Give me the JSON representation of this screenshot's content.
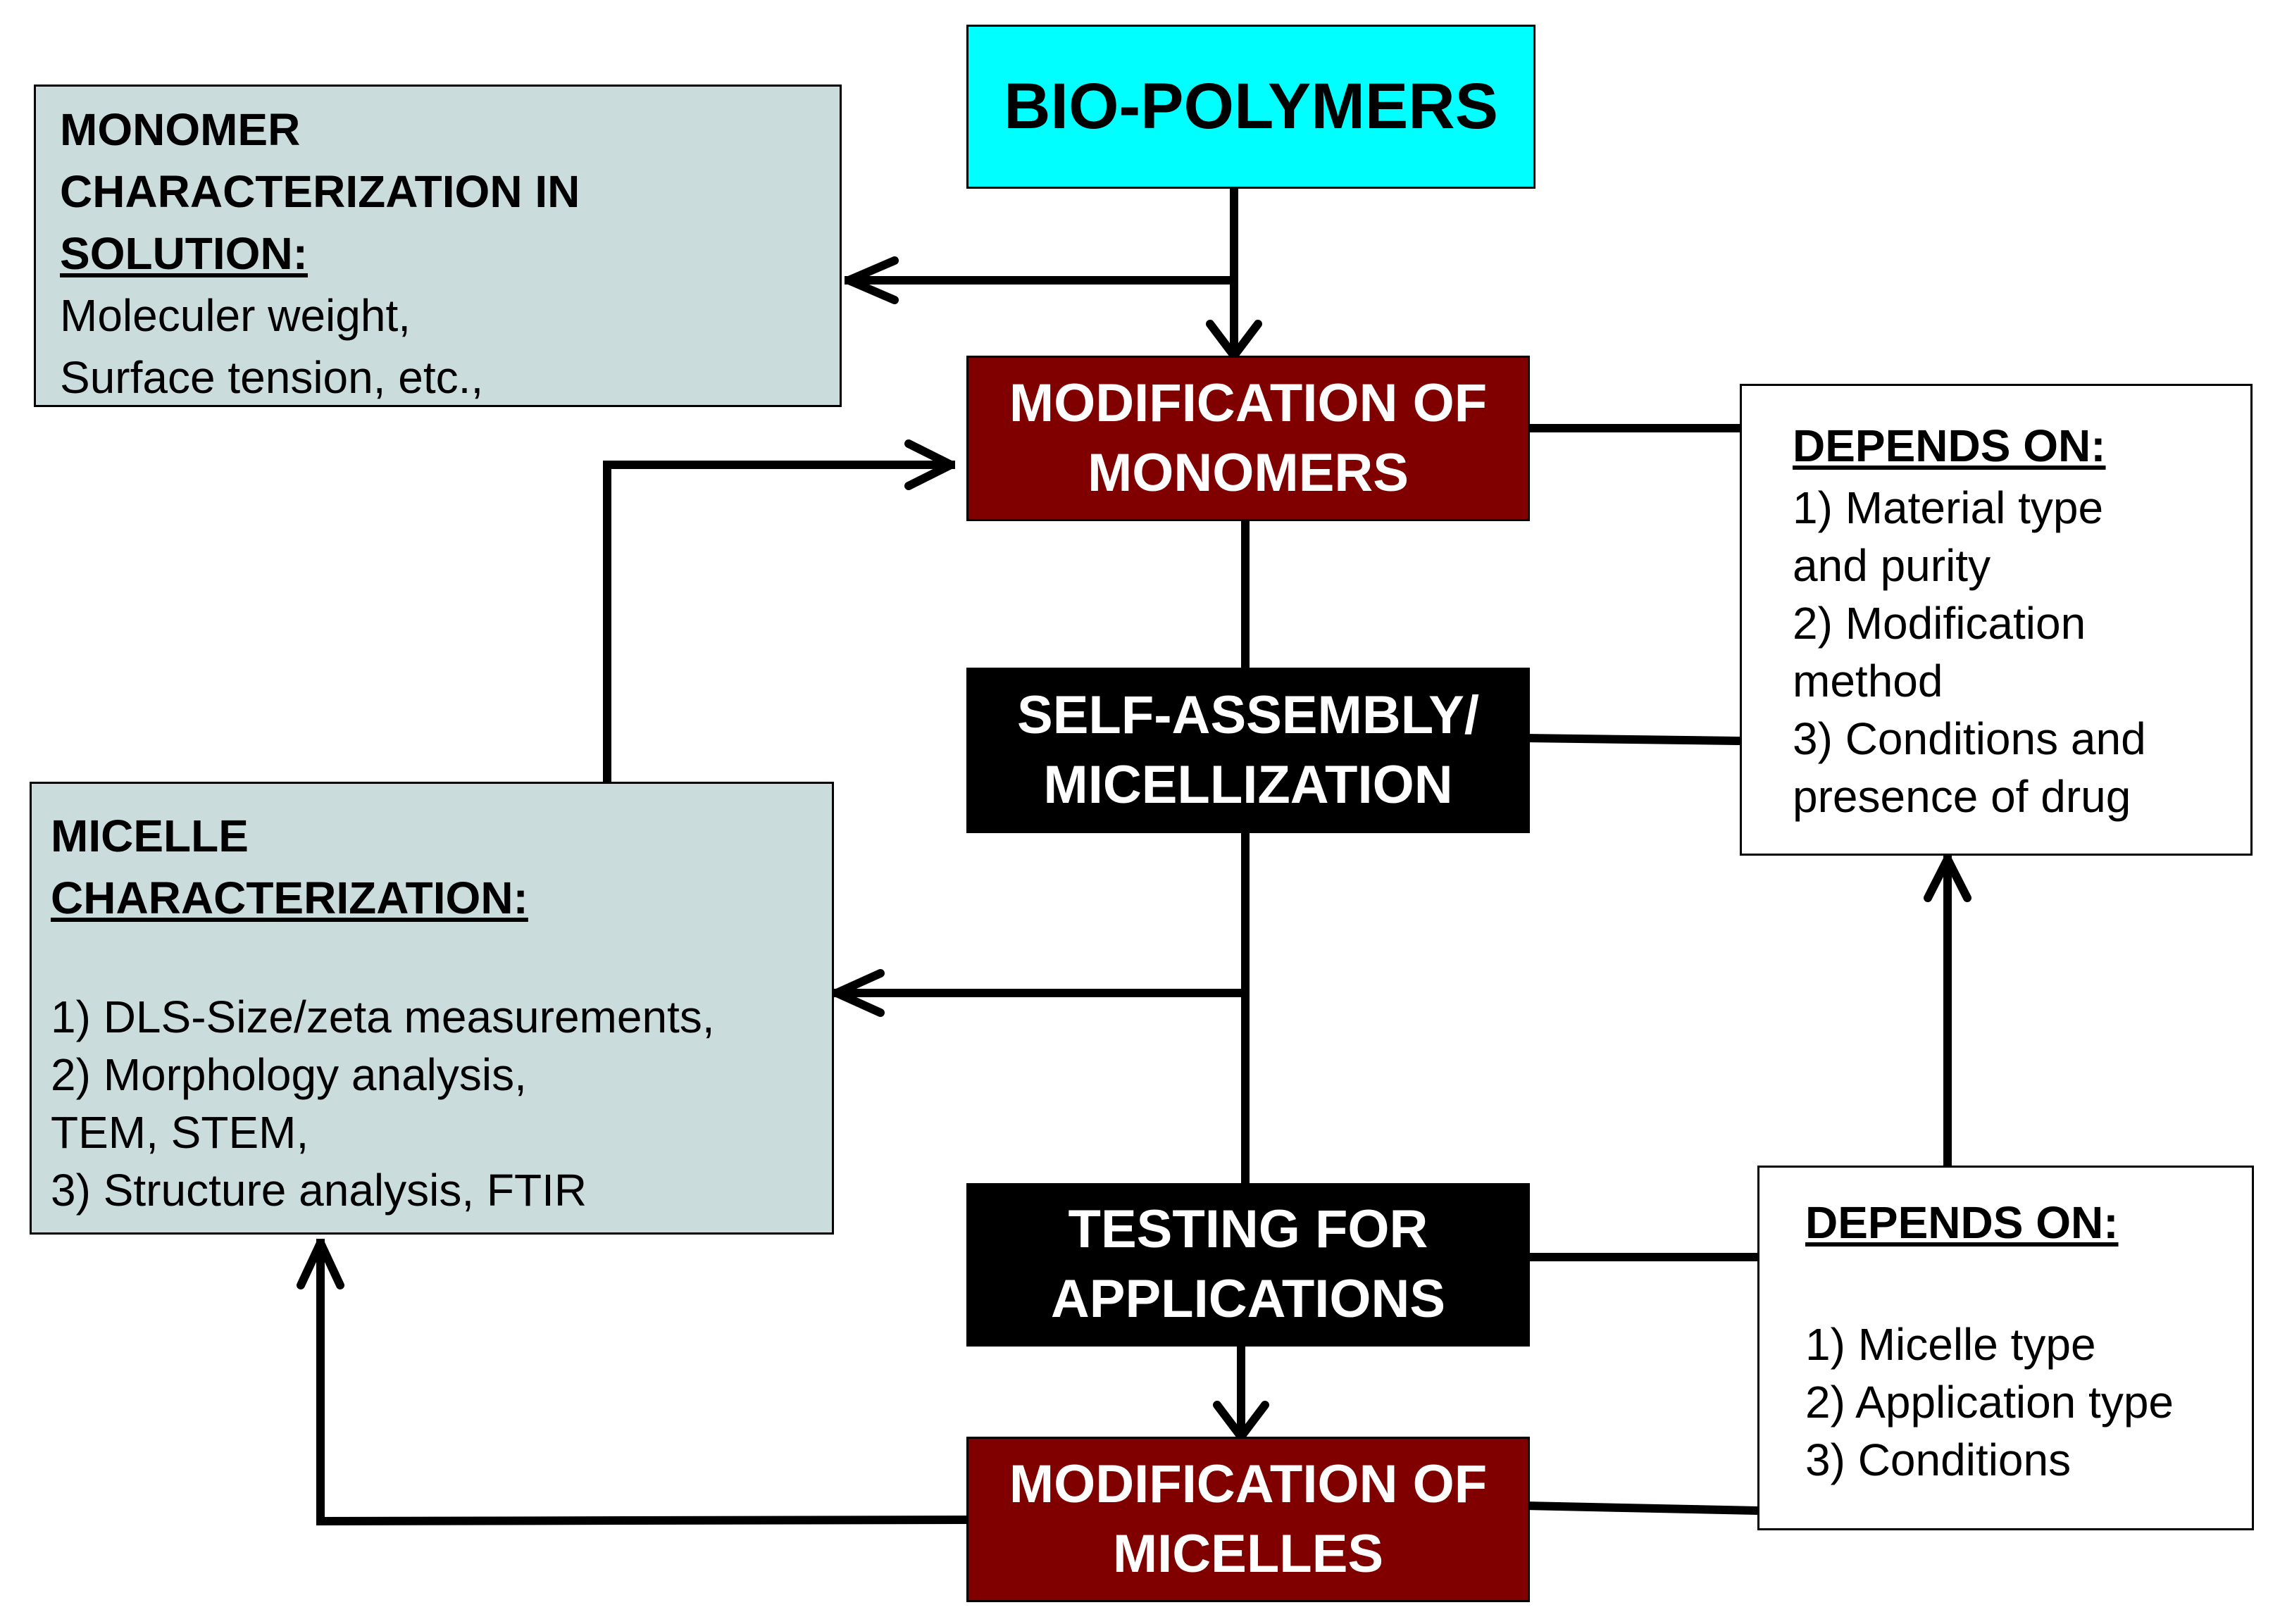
{
  "nodes": {
    "bio_polymers": {
      "label": "BIO-POLYMERS"
    },
    "modification_monomers": {
      "line1": "MODIFICATION OF",
      "line2": "MONOMERS"
    },
    "self_assembly": {
      "line1": "SELF-ASSEMBLY/",
      "line2": "MICELLIZATION"
    },
    "testing": {
      "line1": "TESTING FOR",
      "line2": "APPLICATIONS"
    },
    "modification_micelles": {
      "line1": "MODIFICATION OF",
      "line2": "MICELLES"
    }
  },
  "monomer_char": {
    "heading1": "MONOMER",
    "heading2": "CHARACTERIZATION IN",
    "heading3": "SOLUTION:",
    "items": [
      "Moleculer weight,",
      "Surface tension, etc.,"
    ]
  },
  "micelle_char": {
    "heading1": "MICELLE",
    "heading2": "CHARACTERIZATION:",
    "items": [
      "1) DLS-Size/zeta measurements,",
      "2) Morphology analysis,",
      "TEM, STEM,",
      "3) Structure analysis, FTIR"
    ]
  },
  "depends_top": {
    "heading": "DEPENDS ON:",
    "items": [
      "1) Material type",
      "and purity",
      "2) Modification",
      "method",
      "3) Conditions and",
      "presence of drug"
    ]
  },
  "depends_bottom": {
    "heading": "DEPENDS ON:",
    "items": [
      "1) Micelle type",
      "2) Application type",
      "3) Conditions"
    ]
  },
  "colors": {
    "cyan": "#00ffff",
    "dark_red": "#800000",
    "black": "#000000",
    "gray_blue": "#cbdcdc"
  }
}
